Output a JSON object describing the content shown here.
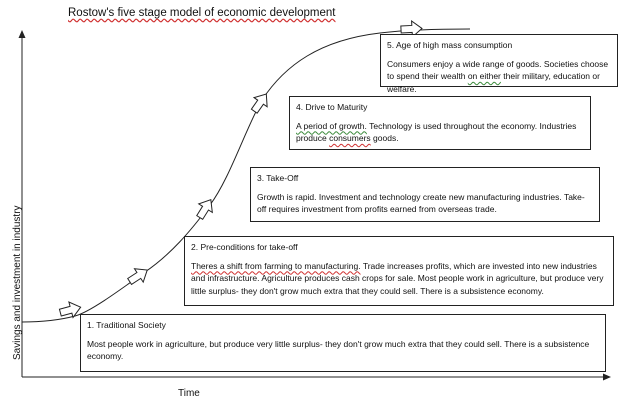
{
  "title": "Rostow's five stage model of economic development",
  "y_axis_label": "Savings and investment in industry",
  "x_axis_label": "Time",
  "stages": [
    {
      "heading": "1. Traditional Society",
      "text": "Most people work in agriculture, but produce very little surplus- they don't grow much extra that they could sell. There is a subsistence economy."
    },
    {
      "heading": "2. Pre-conditions for take-off",
      "marked": "Theres a shift from farming to manufacturing.",
      "text": " Trade increases profits, which are invested into new industries and infrastructure. Agriculture produces cash crops for sale. Most people work in agriculture, but produce very little surplus- they don't grow much extra that they could sell. There is a subsistence economy."
    },
    {
      "heading": "3. Take-Off",
      "text": "Growth is rapid. Investment and technology create new manufacturing industries. Take-off requires investment from profits earned from overseas trade."
    },
    {
      "heading": "4. Drive to Maturity",
      "marked": "A period of growth.",
      "text_a": " Technology is used throughout the economy. Industries produce ",
      "marked_2": "consumers",
      "text_b": " goods."
    },
    {
      "heading": "5. Age of high mass consumption",
      "text_a": "Consumers enjoy a wide range of goods. Societies choose to spend their wealth ",
      "marked": "on either",
      "text_b": " their military, education or welfare."
    }
  ]
}
